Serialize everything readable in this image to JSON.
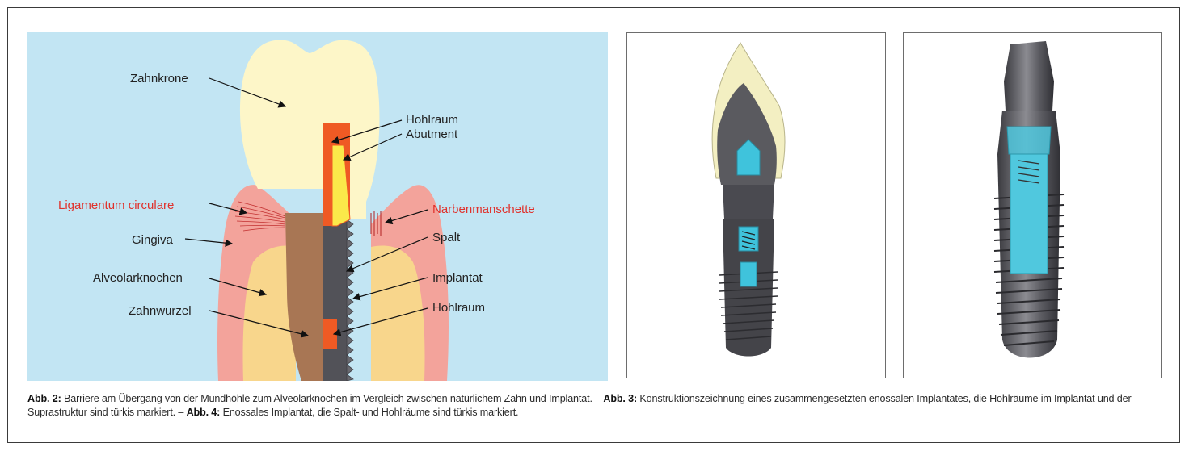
{
  "figure2": {
    "labels": {
      "zahnkrone": "Zahnkrone",
      "hohlraum_top": "Hohlraum",
      "abutment": "Abutment",
      "ligamentum": "Ligamentum circulare",
      "narbenmanschette": "Narbenmanschette",
      "gingiva": "Gingiva",
      "spalt": "Spalt",
      "alveolarknochen": "Alveolarknochen",
      "implantat": "Implantat",
      "zahnwurzel": "Zahnwurzel",
      "hohlraum_bottom": "Hohlraum"
    },
    "colors": {
      "background": "#c2e5f3",
      "crown": "#fdf6c8",
      "gingiva": "#f3a39b",
      "bone": "#f8d68c",
      "root": "#a87654",
      "implant": "#525258",
      "cavity": "#ef5a24",
      "abutment": "#fbe94a",
      "red_label": "#e0312b"
    }
  },
  "caption": {
    "abb2_label": "Abb. 2:",
    "abb2_text": " Barriere am Übergang von der Mundhöhle zum Alveolarknochen im Vergleich zwischen natürlichem Zahn und Implantat. – ",
    "abb3_label": "Abb. 3:",
    "abb3_text": " Konstruktionszeichnung eines zusammengesetzten enossalen Implantates, die Hohlräume im Implantat und der Suprastruktur sind türkis markiert. – ",
    "abb4_label": "Abb. 4:",
    "abb4_text": " Enossales Implantat, die Spalt- und Hohlräume sind türkis markiert."
  }
}
